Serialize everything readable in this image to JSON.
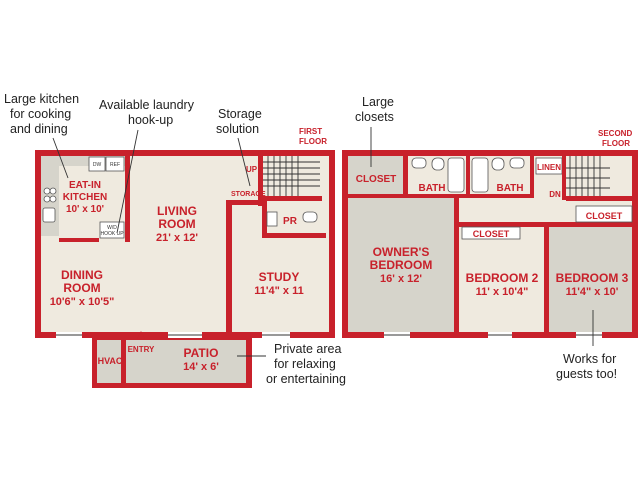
{
  "first_floor": {
    "label": [
      "FIRST",
      "FLOOR"
    ],
    "rooms": {
      "eat_in_kitchen": {
        "name": [
          "EAT-IN",
          "KITCHEN"
        ],
        "size": "10' x 10'"
      },
      "living_room": {
        "name": [
          "LIVING",
          "ROOM"
        ],
        "size": "21' x 12'"
      },
      "dining_room": {
        "name": [
          "DINING",
          "ROOM"
        ],
        "size": "10'6\" x 10'5\""
      },
      "study": {
        "name": "STUDY",
        "size": "11'4\" x 11"
      },
      "patio": {
        "name": "PATIO",
        "size": "14' x 6'"
      },
      "powder_room": "PR",
      "hvac": "HVAC",
      "entry": "ENTRY",
      "storage": "STORAGE",
      "stairs_up": "UP"
    },
    "fixtures": {
      "dishwasher": "DW",
      "refrigerator": "REF",
      "washer_dryer": [
        "W/D",
        "HOOK UP"
      ]
    }
  },
  "second_floor": {
    "label": [
      "SECOND",
      "FLOOR"
    ],
    "rooms": {
      "owners_bedroom": {
        "name": [
          "OWNER'S",
          "BEDROOM"
        ],
        "size": "16' x 12'"
      },
      "bedroom_2": {
        "name": "BEDROOM 2",
        "size": "11' x 10'4\""
      },
      "bedroom_3": {
        "name": "BEDROOM 3",
        "size": "11'4\" x 10'"
      },
      "closet_owner": "CLOSET",
      "closet_bed2": "CLOSET",
      "closet_bed3": "CLOSET",
      "bath_1": "BATH",
      "bath_2": "BATH",
      "linen": "LINEN",
      "stairs_down": "DN"
    }
  },
  "annotations": {
    "kitchen": [
      "Large kitchen",
      "for cooking",
      "and dining"
    ],
    "laundry": [
      "Available laundry",
      "hook-up"
    ],
    "storage": [
      "Storage",
      "solution"
    ],
    "closets": [
      "Large",
      "closets"
    ],
    "patio": [
      "Private area",
      "for relaxing",
      "or entertaining"
    ],
    "guests": [
      "Works for",
      "guests too!"
    ]
  },
  "colors": {
    "wall": "#c8212b",
    "floor": "#efeadf",
    "closet_floor": "#d6d4cb",
    "annotation_text": "#222222"
  }
}
